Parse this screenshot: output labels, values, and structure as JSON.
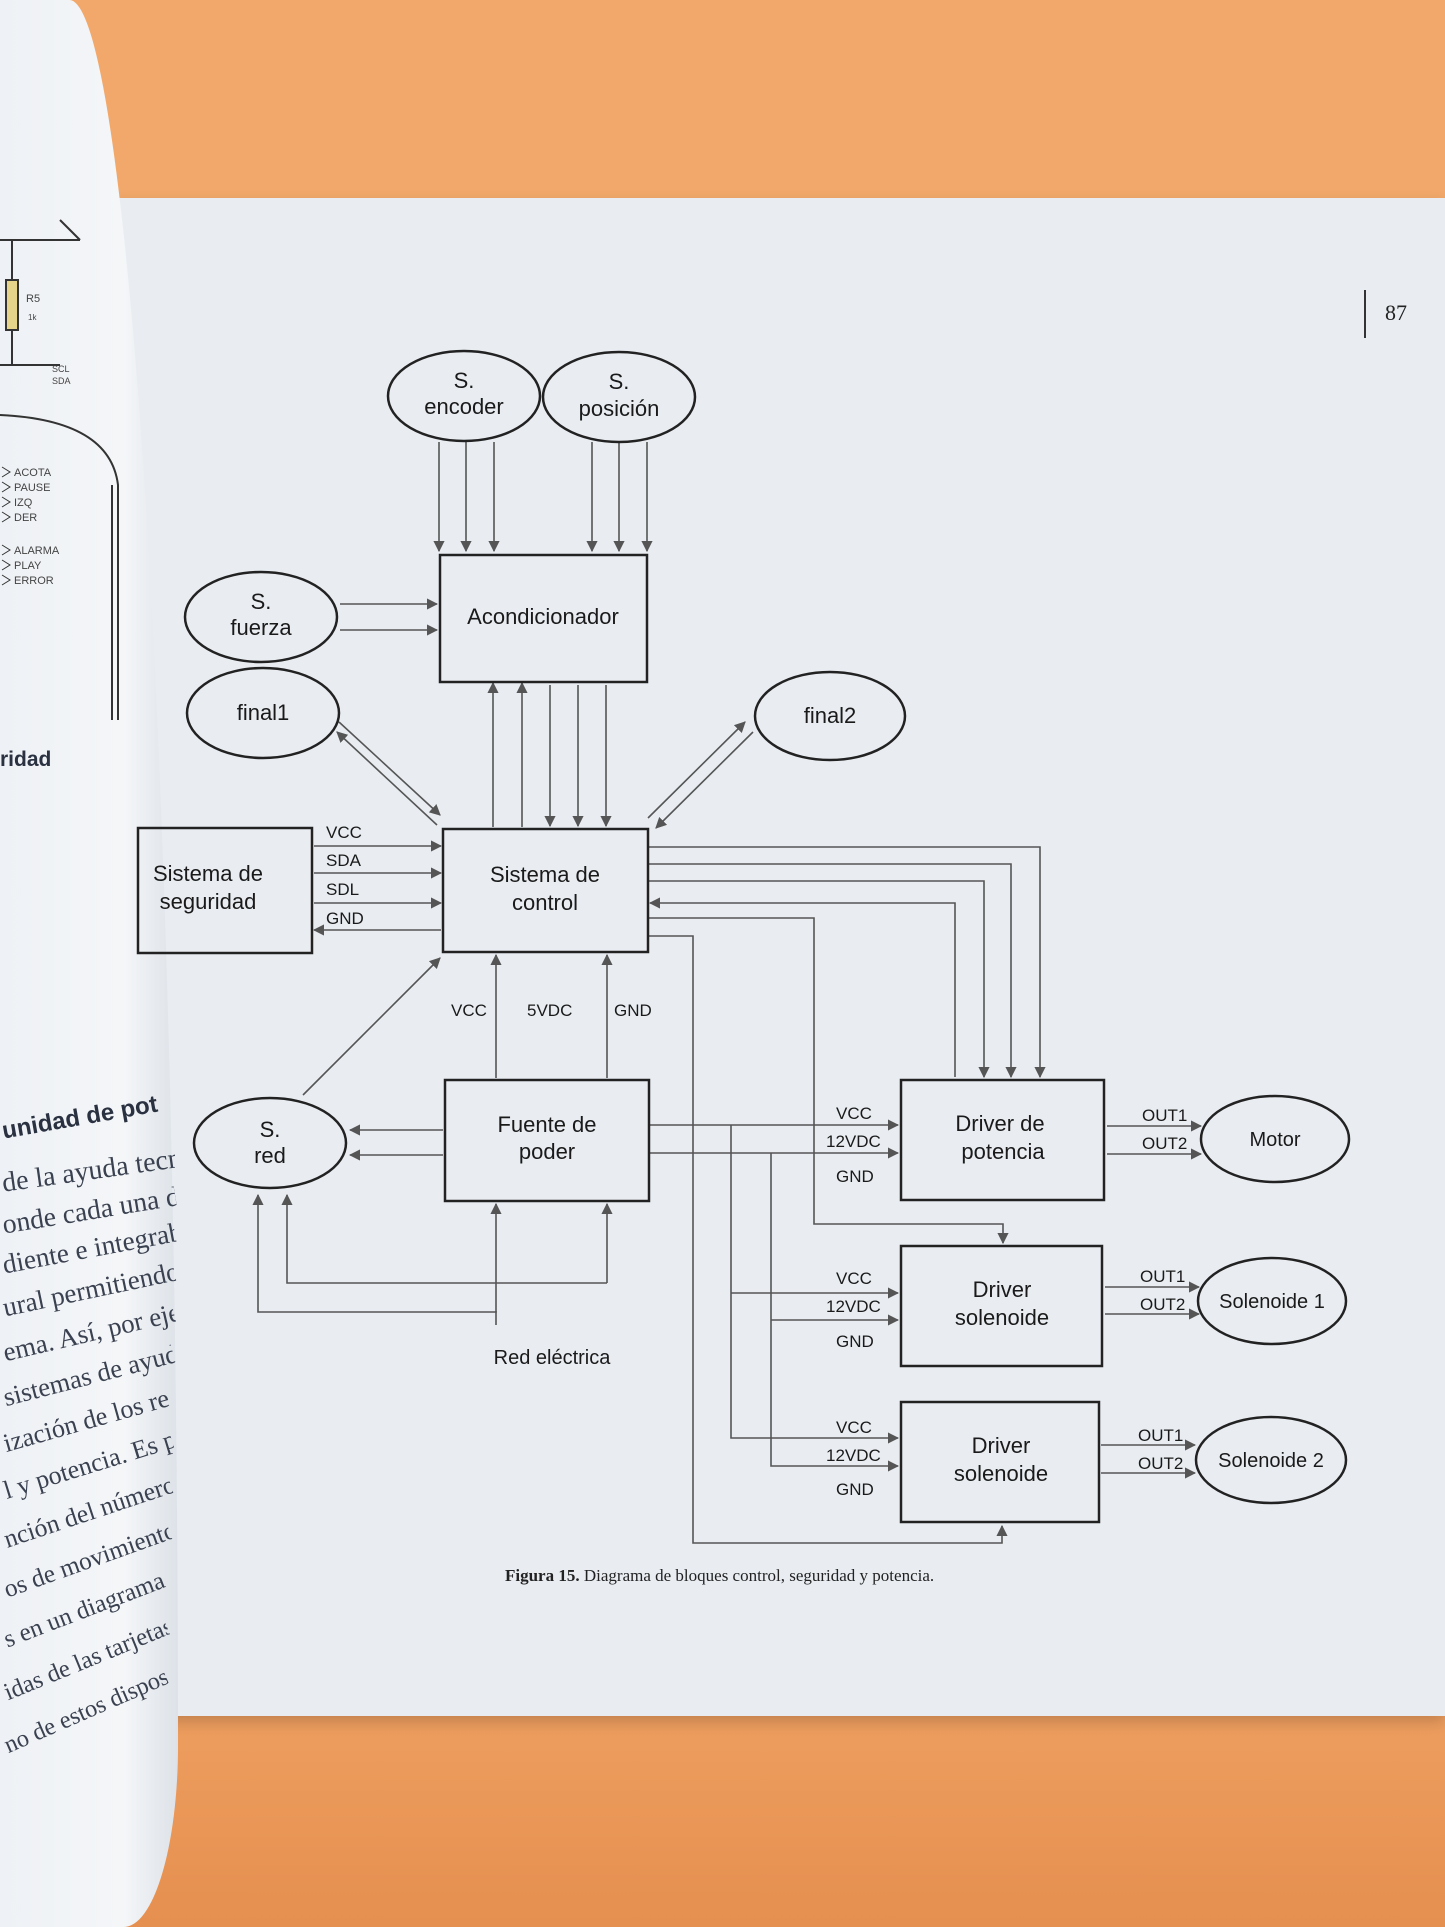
{
  "page": {
    "number": "87"
  },
  "left_page": {
    "heading_fragment": "ridad",
    "bold_fragment": "unidad de pot",
    "text_lines": [
      "de la ayuda tecn",
      "onde cada una de",
      "diente e integrab",
      "ural permitiendo",
      "ema. Así, por ejem",
      "sistemas de ayud",
      "ización de los re",
      "l y potencia. Es por",
      "nción del número de",
      "os de movimiento,",
      "s en un diagrama d",
      "idas de las tarjetas",
      "no de estos dispos"
    ],
    "schematic": {
      "resistor": "R5",
      "resistor_value": "1k",
      "pins_a": "SCL",
      "pins_b": "SDA",
      "pins": [
        "ACOTA",
        "PAUSE",
        "IZQ",
        "DER",
        "ALARMA",
        "PLAY",
        "ERROR"
      ]
    }
  },
  "diagram": {
    "nodes": {
      "s_encoder": [
        "S.",
        "encoder"
      ],
      "s_posicion": [
        "S.",
        "posición"
      ],
      "s_fuerza": [
        "S.",
        "fuerza"
      ],
      "final1": "final1",
      "final2": "final2",
      "acondicionador": "Acondicionador",
      "sistema_control": [
        "Sistema de",
        "control"
      ],
      "sistema_seguridad": [
        "Sistema de",
        "seguridad"
      ],
      "fuente_poder": [
        "Fuente de",
        "poder"
      ],
      "s_red": [
        "S.",
        "red"
      ],
      "red_electrica": "Red eléctrica",
      "driver_potencia": [
        "Driver de",
        "potencia"
      ],
      "driver_solenoide_1": [
        "Driver",
        "solenoide"
      ],
      "driver_solenoide_2": [
        "Driver",
        "solenoide"
      ],
      "motor": "Motor",
      "solenoide_1": "Solenoide 1",
      "solenoide_2": "Solenoide 2"
    },
    "signals": {
      "security_bus": [
        "VCC",
        "SDA",
        "SDL",
        "GND"
      ],
      "power_bus": [
        "VCC",
        "5VDC",
        "GND"
      ],
      "driver_inputs": [
        "VCC",
        "12VDC",
        "GND"
      ],
      "driver_outputs": [
        "OUT1",
        "OUT2"
      ]
    }
  },
  "caption": {
    "label": "Figura 15.",
    "text": "Diagrama de bloques control, seguridad y potencia."
  }
}
